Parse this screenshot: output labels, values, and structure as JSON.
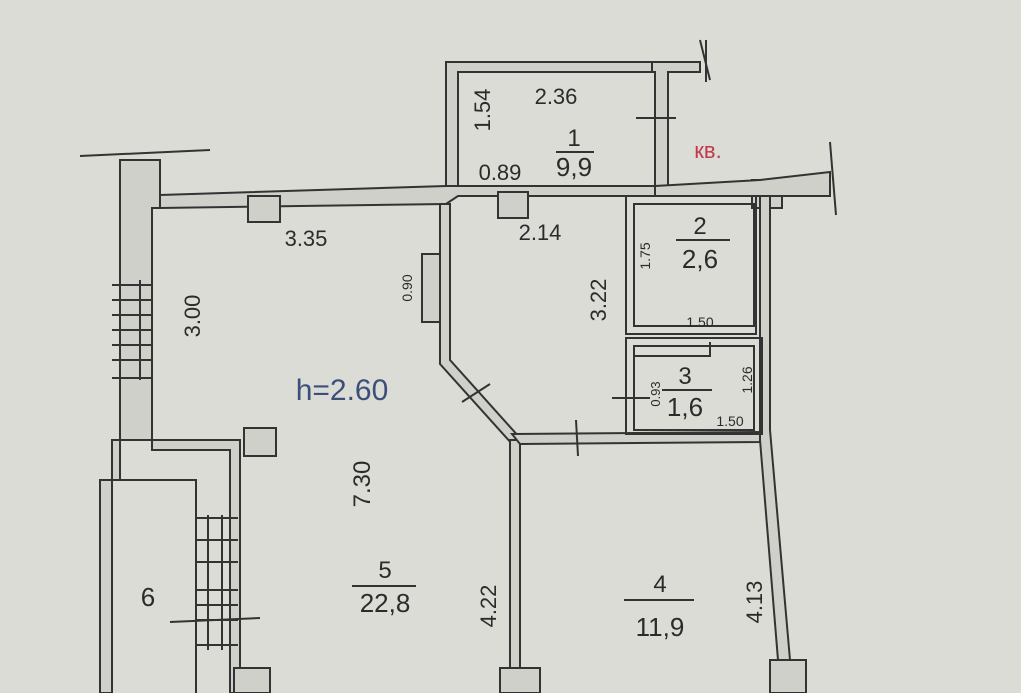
{
  "height_label": "h=2.60",
  "apartment_label": "кв.",
  "rooms": [
    {
      "number": "1",
      "area": "9,9"
    },
    {
      "number": "2",
      "area": "2,6"
    },
    {
      "number": "3",
      "area": "1,6"
    },
    {
      "number": "4",
      "area": "11,9"
    },
    {
      "number": "5",
      "area": "22,8"
    },
    {
      "number": "6"
    }
  ],
  "dimensions": {
    "d_2_36": "2.36",
    "d_1_54": "1.54",
    "d_0_89": "0.89",
    "d_3_35": "3.35",
    "d_2_14": "2.14",
    "d_3_00": "3.00",
    "d_0_90": "0.90",
    "d_3_22": "3.22",
    "d_1_75": "1.75",
    "d_1_50_a": "1.50",
    "d_0_93": "0.93",
    "d_1_26": "1.26",
    "d_1_50_b": "1.50",
    "d_7_30": "7.30",
    "d_4_22": "4.22",
    "d_4_13": "4.13"
  },
  "colors": {
    "background": "#dcdcd6",
    "ink": "#2b2b2b",
    "height_label": "#3b4f7a",
    "apartment_label": "#c0394a"
  }
}
